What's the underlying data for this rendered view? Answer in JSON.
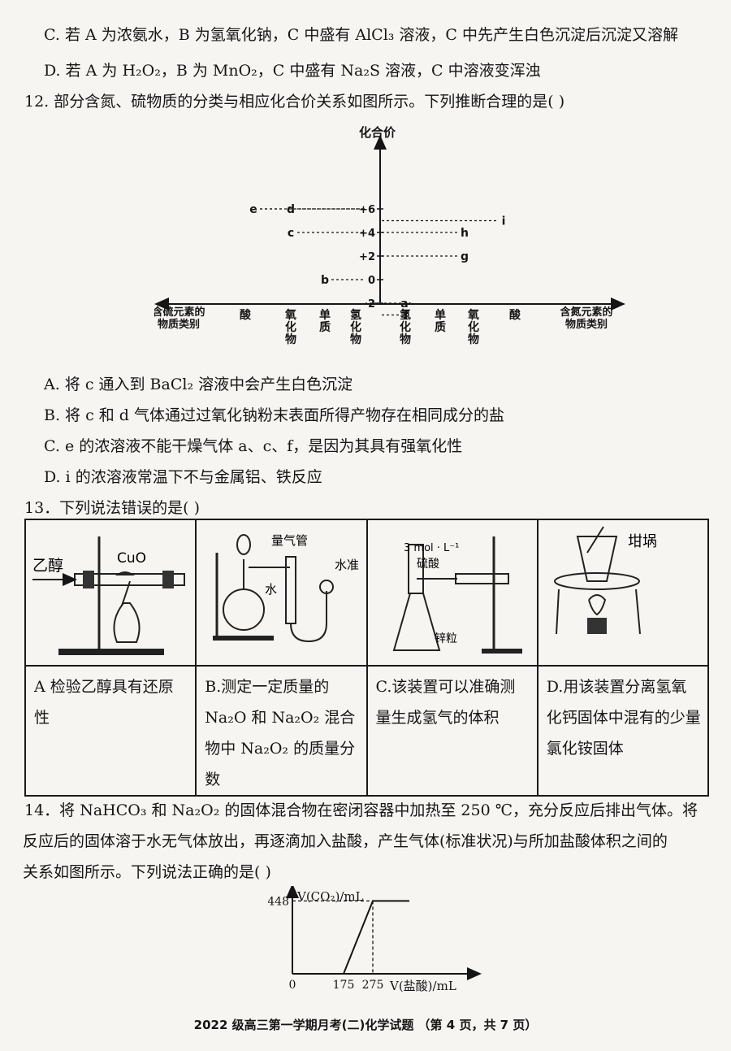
{
  "q11": {
    "opt_c": "C. 若 A 为浓氨水，B 为氢氧化钠，C 中盛有 AlCl₃ 溶液，C 中先产生白色沉淀后沉淀又溶解",
    "opt_d": "D. 若 A 为 H₂O₂，B 为 MnO₂，C 中盛有 Na₂S 溶液，C 中溶液变浑浊"
  },
  "q12": {
    "stem": "12. 部分含氮、硫物质的分类与相应化合价关系如图所示。下列推断合理的是(     )",
    "opt_a": "A. 将 c 通入到 BaCl₂ 溶液中会产生白色沉淀",
    "opt_b": "B. 将 c 和 d 气体通过过氧化钠粉末表面所得产物存在相同成分的盐",
    "opt_c": "C. e 的浓溶液不能干燥气体 a、c、f，是因为其具有强氧化性",
    "opt_d": "D. i 的浓溶液常温下不与金属铝、铁反应"
  },
  "chart_data": [
    {
      "type": "scatter",
      "ylabel": "化合价",
      "xlabel_left": "含硫元素的物质类别",
      "xlabel_right": "含氮元素的物质类别",
      "yticks": [
        "+6",
        "+4",
        "+2",
        "0",
        "-2"
      ],
      "categories_left": [
        "酸",
        "氧化物",
        "单质",
        "氢化物"
      ],
      "categories_right": [
        "氢化物",
        "单质",
        "氧化物",
        "酸"
      ],
      "points": [
        {
          "label": "e",
          "side": "S",
          "category": "酸",
          "valence": 6
        },
        {
          "label": "d",
          "side": "S",
          "category": "氧化物",
          "valence": 6
        },
        {
          "label": "c",
          "side": "S",
          "category": "氧化物",
          "valence": 4
        },
        {
          "label": "b",
          "side": "S",
          "category": "单质",
          "valence": 0
        },
        {
          "label": "a",
          "side": "S",
          "category": "氢化物",
          "valence": -2
        },
        {
          "label": "i",
          "side": "N",
          "category": "酸",
          "valence": 5
        },
        {
          "label": "h",
          "side": "N",
          "category": "氧化物",
          "valence": 4
        },
        {
          "label": "g",
          "side": "N",
          "category": "氧化物",
          "valence": 2
        },
        {
          "label": "f",
          "side": "N",
          "category": "氢化物",
          "valence": -3
        }
      ]
    },
    {
      "type": "line",
      "ylabel": "V(CO₂)/mL",
      "xlabel": "V(盐酸)/mL",
      "xticks": [
        "0",
        "175",
        "275"
      ],
      "yticks": [
        "448"
      ],
      "x": [
        0,
        175,
        275,
        400
      ],
      "y": [
        0,
        0,
        448,
        448
      ]
    }
  ],
  "q13": {
    "stem": "13．下列说法错误的是(     )",
    "apparatus": {
      "a_ethanol": "乙醇",
      "a_cuo": "CuO",
      "b_gas_tube": "量气管",
      "b_water": "水",
      "b_level_tube": "水准管",
      "c_conc": "3 mol · L⁻¹",
      "c_acid": "硫酸",
      "c_zinc": "锌粒",
      "d_crucible": "坩埚"
    },
    "cells": [
      "A 检验乙醇具有还原性",
      "B.测定一定质量的 Na₂O 和 Na₂O₂ 混合物中 Na₂O₂ 的质量分数",
      "C.该装置可以准确测量生成氢气的体积",
      "D.用该装置分离氢氧化钙固体中混有的少量氯化铵固体"
    ]
  },
  "q14": {
    "stem_1": "14．将 NaHCO₃ 和 Na₂O₂ 的固体混合物在密闭容器中加热至 250 ℃，充分反应后排出气体。将",
    "stem_2": "反应后的固体溶于水无气体放出，再逐滴加入盐酸，产生气体(标准状况)与所加盐酸体积之间的",
    "stem_3": "关系如图所示。下列说法正确的是(     )"
  },
  "footer": "2022 级高三第一学期月考(二)化学试题  （第 4 页，共 7 页）"
}
